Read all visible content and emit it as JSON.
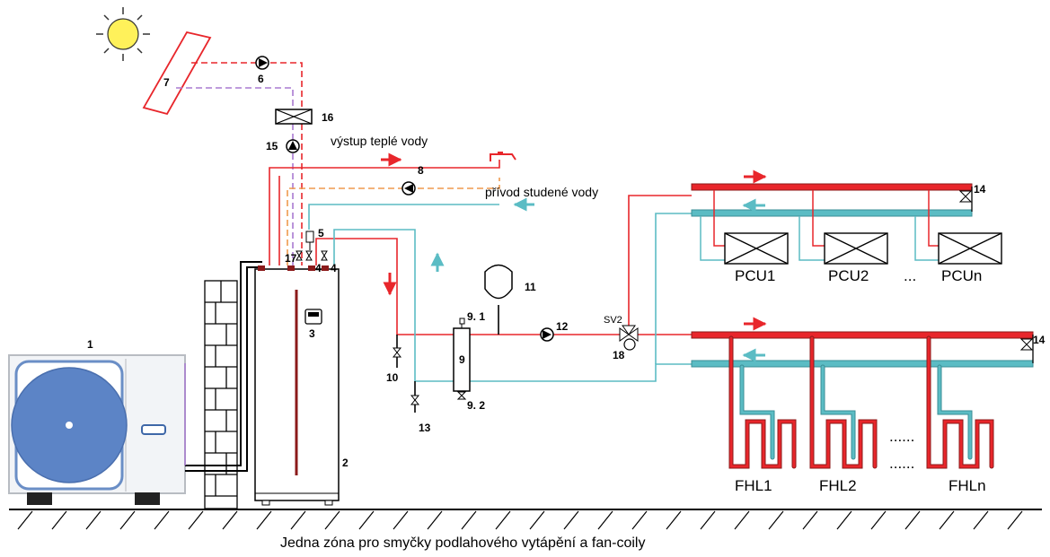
{
  "colors": {
    "hot": "#e8262b",
    "cold": "#5bbcc4",
    "solar_purple": "#a97ad1",
    "orange": "#ef9a4e",
    "dark_red": "#8b1a1a",
    "unit_blue": "#5c84c6",
    "unit_border": "#6a8ec6"
  },
  "labels": {
    "hot_water_out": "výstup teplé vody",
    "cold_water_in": "přívod studené vody",
    "sv2": "SV2",
    "dots": "...",
    "dots_long": "......",
    "caption": "Jedna zóna pro smyčky podlahového vytápění a fan-coily"
  },
  "zones": {
    "pcu": [
      "PCU1",
      "PCU2",
      "PCUn"
    ],
    "fhl": [
      "FHL1",
      "FHL2",
      "FHLn"
    ]
  },
  "components": {
    "c1": "1",
    "c2": "2",
    "c3": "3",
    "c4a": "4",
    "c4b": "4",
    "c5": "5",
    "c6": "6",
    "c7": "7",
    "c8": "8",
    "c9": "9",
    "c91": "9. 1",
    "c92": "9. 2",
    "c10": "10",
    "c11": "11",
    "c12": "12",
    "c13": "13",
    "c14a": "14",
    "c14b": "14",
    "c15": "15",
    "c16": "16",
    "c17": "17",
    "c18": "18"
  }
}
